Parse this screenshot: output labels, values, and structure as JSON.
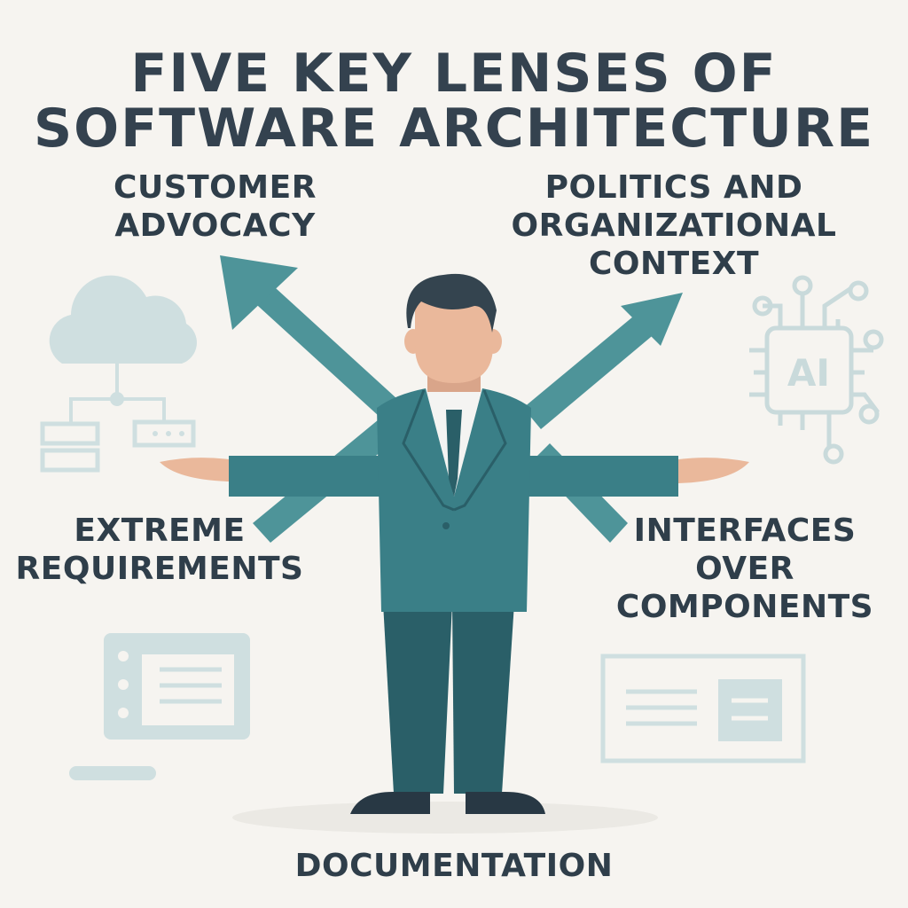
{
  "title": {
    "line1": "FIVE KEY LENSES OF",
    "line2": "SOFTWARE ARCHITECTURE"
  },
  "lenses": {
    "customer_advocacy": {
      "line1": "CUSTOMER",
      "line2": "ADVOCACY"
    },
    "politics": {
      "line1": "POLITICS AND",
      "line2": "ORGANIZATIONAL",
      "line3": "CONTEXT"
    },
    "extreme_requirements": {
      "line1": "EXTREME",
      "line2": "REQUIREMENTS"
    },
    "interfaces": {
      "line1": "INTERFACES",
      "line2": "OVER",
      "line3": "COMPONENTS"
    },
    "documentation": {
      "line1": "DOCUMENTATION"
    }
  },
  "icons": {
    "chip_label": "AI",
    "cloud": "cloud-network-icon",
    "document": "document-icon",
    "presentation": "presentation-icon"
  },
  "colors": {
    "background": "#f6f4f0",
    "text": "#2f3e4a",
    "suit": "#3a7f87",
    "arrow": "#4e9499",
    "light_icon": "#c9dadb"
  }
}
